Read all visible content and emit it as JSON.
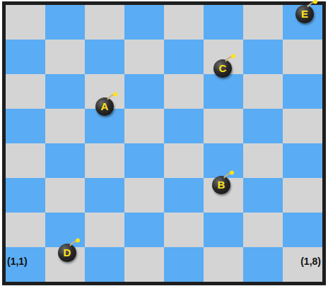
{
  "diagram": {
    "nodes": [
      {
        "text": [
          "E"
        ]
      },
      {
        "text": [
          "C"
        ]
      },
      {
        "text": [
          "A"
        ]
      },
      {
        "text": [
          "B"
        ]
      },
      {
        "text": [
          "D"
        ]
      }
    ],
    "labels": [
      "(1,1)",
      "(1,8)"
    ]
  }
}
